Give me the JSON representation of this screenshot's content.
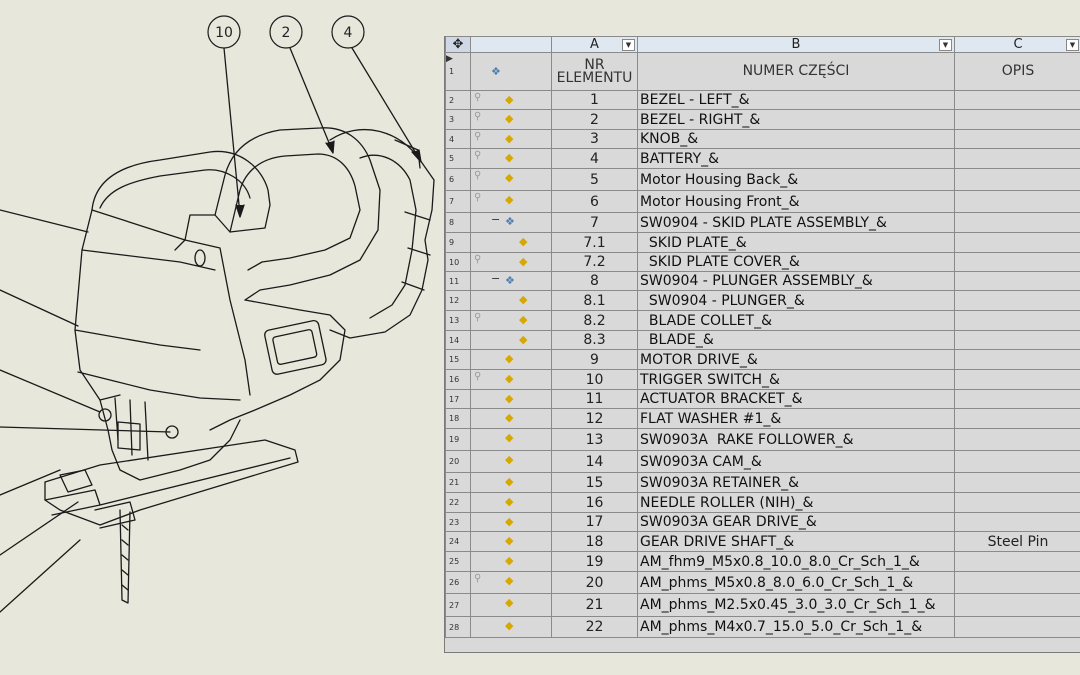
{
  "drawing": {
    "balloons": [
      "10",
      "2",
      "4"
    ]
  },
  "bom": {
    "columns": [
      "A",
      "B",
      "C"
    ],
    "headers": {
      "a": "NR\nELEMENTU",
      "b": "NUMER CZĘŚCI",
      "c": "OPIS"
    },
    "rows": [
      {
        "n": "2",
        "a": "1",
        "b": "BEZEL - LEFT_&",
        "c": "",
        "lvl": 0,
        "pin": true,
        "asm": false
      },
      {
        "n": "3",
        "a": "2",
        "b": "BEZEL - RIGHT_&",
        "c": "",
        "lvl": 0,
        "pin": true,
        "asm": false
      },
      {
        "n": "4",
        "a": "3",
        "b": "KNOB_&",
        "c": "",
        "lvl": 0,
        "pin": true,
        "asm": false
      },
      {
        "n": "5",
        "a": "4",
        "b": "BATTERY_&",
        "c": "",
        "lvl": 0,
        "pin": true,
        "asm": false
      },
      {
        "n": "6",
        "a": "5",
        "b": "Motor Housing Back_&",
        "c": "",
        "lvl": 0,
        "pin": true,
        "asm": false
      },
      {
        "n": "7",
        "a": "6",
        "b": "Motor Housing Front_&",
        "c": "",
        "lvl": 0,
        "pin": true,
        "asm": false
      },
      {
        "n": "8",
        "a": "7",
        "b": "SW0904 - SKID PLATE ASSEMBLY_&",
        "c": "",
        "lvl": 0,
        "pin": false,
        "asm": true,
        "exp": "−"
      },
      {
        "n": "9",
        "a": "7.1",
        "b": "  SKID PLATE_&",
        "c": "",
        "lvl": 1,
        "pin": false,
        "asm": false
      },
      {
        "n": "10",
        "a": "7.2",
        "b": "  SKID PLATE COVER_&",
        "c": "",
        "lvl": 1,
        "pin": true,
        "asm": false
      },
      {
        "n": "11",
        "a": "8",
        "b": "SW0904 - PLUNGER ASSEMBLY_&",
        "c": "",
        "lvl": 0,
        "pin": false,
        "asm": true,
        "exp": "−"
      },
      {
        "n": "12",
        "a": "8.1",
        "b": "  SW0904 - PLUNGER_&",
        "c": "",
        "lvl": 1,
        "pin": false,
        "asm": false
      },
      {
        "n": "13",
        "a": "8.2",
        "b": "  BLADE COLLET_&",
        "c": "",
        "lvl": 1,
        "pin": true,
        "asm": false
      },
      {
        "n": "14",
        "a": "8.3",
        "b": "  BLADE_&",
        "c": "",
        "lvl": 1,
        "pin": false,
        "asm": false
      },
      {
        "n": "15",
        "a": "9",
        "b": "MOTOR DRIVE_&",
        "c": "",
        "lvl": 0,
        "pin": false,
        "asm": false
      },
      {
        "n": "16",
        "a": "10",
        "b": "TRIGGER SWITCH_&",
        "c": "",
        "lvl": 0,
        "pin": true,
        "asm": false
      },
      {
        "n": "17",
        "a": "11",
        "b": "ACTUATOR BRACKET_&",
        "c": "",
        "lvl": 0,
        "pin": false,
        "asm": false
      },
      {
        "n": "18",
        "a": "12",
        "b": "FLAT WASHER #1_&",
        "c": "",
        "lvl": 0,
        "pin": false,
        "asm": false
      },
      {
        "n": "19",
        "a": "13",
        "b": "SW0903A  RAKE FOLLOWER_&",
        "c": "",
        "lvl": 0,
        "pin": false,
        "asm": false
      },
      {
        "n": "20",
        "a": "14",
        "b": "SW0903A CAM_&",
        "c": "",
        "lvl": 0,
        "pin": false,
        "asm": false
      },
      {
        "n": "21",
        "a": "15",
        "b": "SW0903A RETAINER_&",
        "c": "",
        "lvl": 0,
        "pin": false,
        "asm": false
      },
      {
        "n": "22",
        "a": "16",
        "b": "NEEDLE ROLLER (NIH)_&",
        "c": "",
        "lvl": 0,
        "pin": false,
        "asm": false
      },
      {
        "n": "23",
        "a": "17",
        "b": "SW0903A GEAR DRIVE_&",
        "c": "",
        "lvl": 0,
        "pin": false,
        "asm": false
      },
      {
        "n": "24",
        "a": "18",
        "b": "GEAR DRIVE SHAFT_&",
        "c": "Steel Pin",
        "lvl": 0,
        "pin": false,
        "asm": false
      },
      {
        "n": "25",
        "a": "19",
        "b": "AM_fhm9_M5x0.8_10.0_8.0_Cr_Sch_1_&",
        "c": "",
        "lvl": 0,
        "pin": false,
        "asm": false
      },
      {
        "n": "26",
        "a": "20",
        "b": "AM_phms_M5x0.8_8.0_6.0_Cr_Sch_1_&",
        "c": "",
        "lvl": 0,
        "pin": true,
        "asm": false
      },
      {
        "n": "27",
        "a": "21",
        "b": "AM_phms_M2.5x0.45_3.0_3.0_Cr_Sch_1_&",
        "c": "",
        "lvl": 0,
        "pin": false,
        "asm": false
      },
      {
        "n": "28",
        "a": "22",
        "b": "AM_phms_M4x0.7_15.0_5.0_Cr_Sch_1_&",
        "c": "",
        "lvl": 0,
        "pin": false,
        "asm": false
      }
    ]
  }
}
